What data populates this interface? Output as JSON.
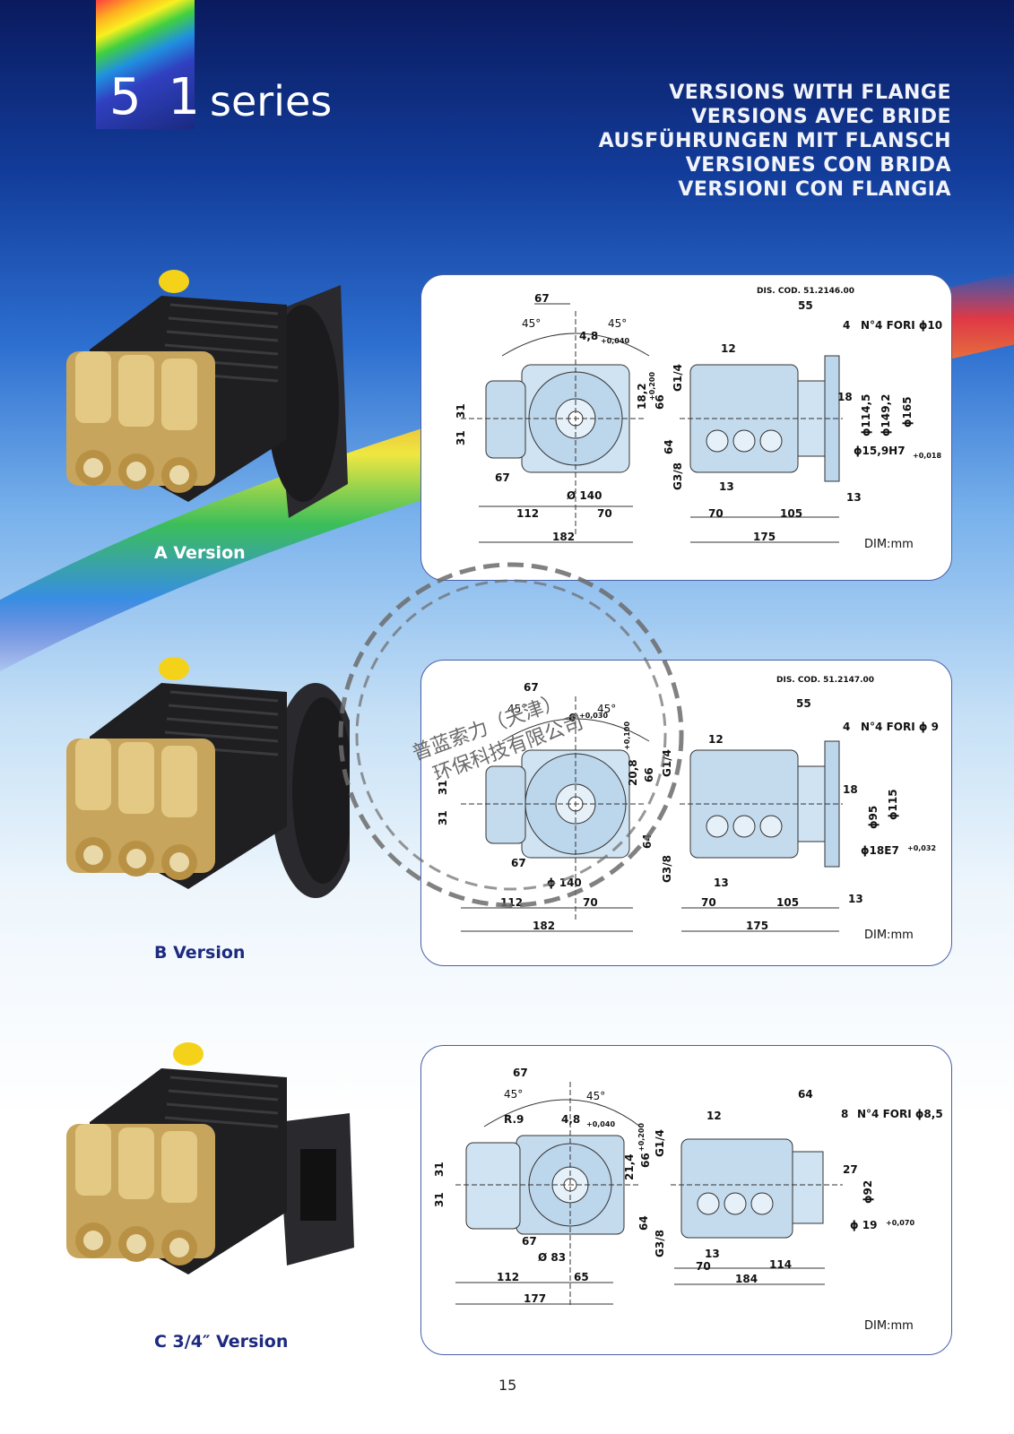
{
  "header": {
    "logo_number": "5 1",
    "logo_word": "series",
    "titles": [
      "VERSIONS WITH FLANGE",
      "VERSIONS AVEC BRIDE",
      "AUSFÜHRUNGEN MIT FLANSCH",
      "VERSIONES CON BRIDA",
      "VERSIONI CON FLANGIA"
    ]
  },
  "versions": [
    {
      "caption": "A Version",
      "caption_color": "#ffffff",
      "dis_cod": "DIS. COD. 51.2146.00",
      "unit_label": "DIM:mm",
      "front": {
        "w_top": "67",
        "angle_left": "45°",
        "angle_right": "45°",
        "shaft": "4,8",
        "tol": "+0,040",
        "v1": "18,2",
        "v1_tol": "+0,200",
        "d66": "66",
        "d31a": "31",
        "d31b": "31",
        "d67": "67",
        "dia": "Ø 140",
        "d112": "112",
        "d70": "70",
        "d182": "182"
      },
      "side": {
        "d55": "55",
        "d4": "4",
        "holes": "N°4 FORI ϕ10",
        "d12": "12",
        "g14": "G1/4",
        "d18": "18",
        "d64": "64",
        "g38": "G3/8",
        "d13a": "13",
        "d13b": "13",
        "dia1": "ϕ114,5",
        "dia2": "ϕ149,2",
        "dia3": "ϕ165",
        "shaft_fit": "ϕ15,9H7",
        "shaft_tol": "+0,018",
        "d70": "70",
        "d105": "105",
        "d175": "175"
      }
    },
    {
      "caption": "B Version",
      "caption_color": "#1d2a80",
      "dis_cod": "DIS. COD. 51.2147.00",
      "unit_label": "DIM:mm",
      "front": {
        "w_top": "67",
        "angle_left": "45°",
        "angle_right": "45°",
        "shaft": "6",
        "tol": "+0,030",
        "v1": "20,8",
        "v1_tol": "+0,100",
        "d66": "66",
        "d31a": "31",
        "d31b": "31",
        "d67": "67",
        "dia": "ϕ 140",
        "d112": "112",
        "d70": "70",
        "d182": "182"
      },
      "side": {
        "d55": "55",
        "d4": "4",
        "holes": "N°4 FORI ϕ 9",
        "d12": "12",
        "g14": "G1/4",
        "d18": "18",
        "d64": "64",
        "g38": "G3/8",
        "d13a": "13",
        "d13b": "13",
        "dia1": "ϕ95",
        "dia2": "ϕ115",
        "dia3": "",
        "shaft_fit": "ϕ18E7",
        "shaft_tol": "+0,032",
        "d70": "70",
        "d105": "105",
        "d175": "175"
      }
    },
    {
      "caption": "C 3/4″ Version",
      "caption_color": "#1d2a80",
      "dis_cod": "",
      "unit_label": "DIM:mm",
      "front": {
        "w_top": "67",
        "angle_left": "45°",
        "angle_right": "45°",
        "r9": "R.9",
        "shaft": "4,8",
        "tol": "+0,040",
        "v1": "21,4",
        "v1_tol": "+0,200",
        "d66": "66",
        "d31a": "31",
        "d31b": "31",
        "d67": "67",
        "dia": "Ø 83",
        "d112": "112",
        "d65": "65",
        "d177": "177"
      },
      "side": {
        "d64top": "64",
        "d8": "8",
        "holes": "N°4 FORI ϕ8,5",
        "d12": "12",
        "g14": "G1/4",
        "d27": "27",
        "d64": "64",
        "g38": "G3/8",
        "d13": "13",
        "dia1": "ϕ92",
        "shaft_fit": "ϕ 19",
        "shaft_tol": "+0,070",
        "d70": "70",
        "d114": "114",
        "d184": "184"
      }
    }
  ],
  "stamp": {
    "line1": "普蓝索力（天津）",
    "line2": "环保科技有限公司"
  },
  "page_number": "15"
}
